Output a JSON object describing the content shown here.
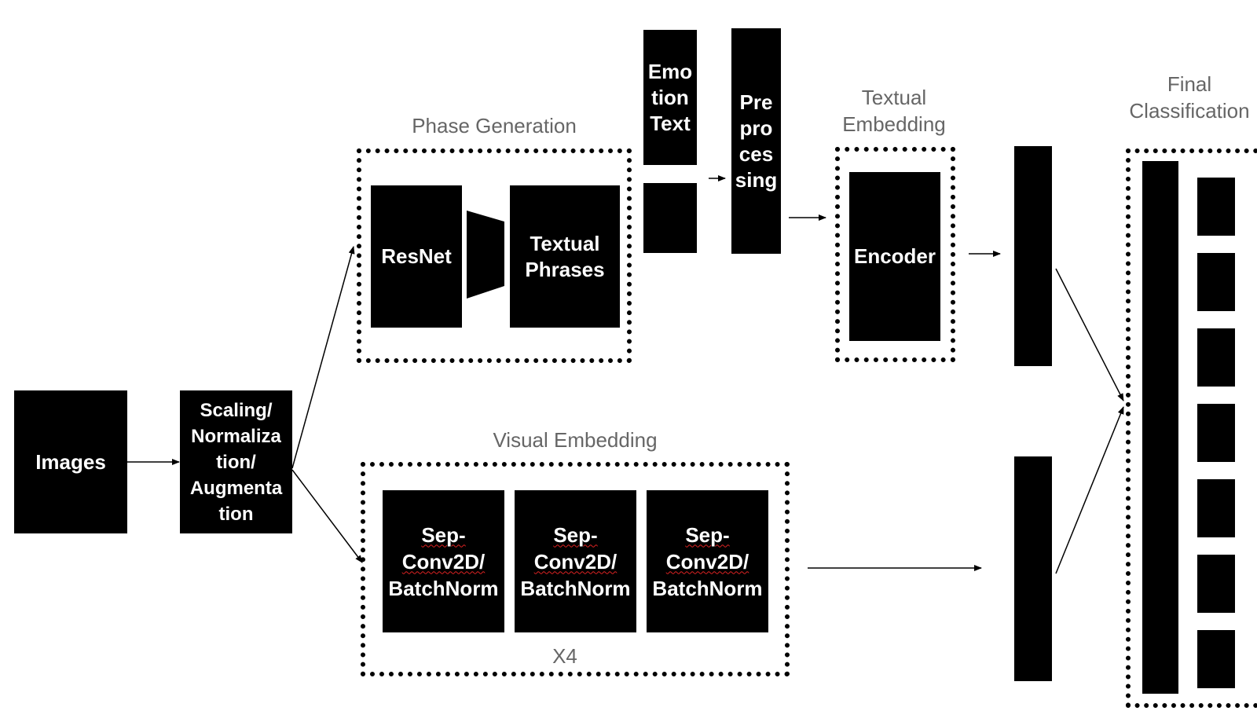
{
  "input": {
    "images_label": "Images"
  },
  "preprocess": {
    "label": "Scaling/\nNormaliza\ntion/\nAugmenta\ntion"
  },
  "phase_generation": {
    "caption": "Phase Generation",
    "resnet_label": "ResNet",
    "phrases_label": "Textual\nPhrases"
  },
  "emotion_text": {
    "label": "Emo\ntion\nText"
  },
  "preprocessing": {
    "label": "Pre\npro\nces\nsing"
  },
  "textual_embedding": {
    "caption": "Textual\nEmbedding",
    "encoder_label": "Encoder"
  },
  "visual_embedding": {
    "caption": "Visual Embedding",
    "blocks": [
      {
        "line1": "Sep-",
        "line2": "Conv2D/",
        "line3": "BatchNorm"
      },
      {
        "line1": "Sep-",
        "line2": "Conv2D/",
        "line3": "BatchNorm"
      },
      {
        "line1": "Sep-",
        "line2": "Conv2D/",
        "line3": "BatchNorm"
      }
    ],
    "repeat_label": "X4"
  },
  "final_classification": {
    "caption": "Final\nClassification",
    "output_units": 7
  },
  "colors": {
    "block": "#000000",
    "block_text": "#ffffff",
    "caption": "#666666"
  }
}
